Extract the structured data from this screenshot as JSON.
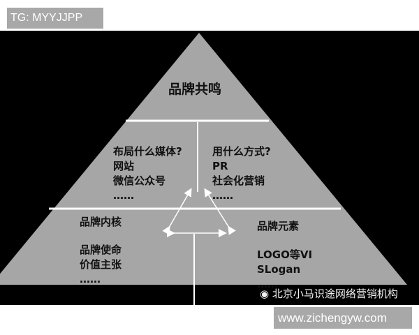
{
  "header_tag": "TG: MYYJJPP",
  "pyramid": {
    "top": {
      "title": "品牌共鸣"
    },
    "middle_left": {
      "lines": [
        "布局什么媒体?",
        "网站",
        "微信公众号",
        "……"
      ]
    },
    "middle_right": {
      "lines": [
        "用什么方式?",
        "PR",
        "社会化营销",
        "……"
      ]
    },
    "bottom_left": {
      "title": "品牌内核",
      "lines": [
        "品牌使命",
        "价值主张",
        "……"
      ]
    },
    "bottom_right": {
      "title": "品牌元素",
      "lines": [
        "LOGO等VI",
        "SLogan",
        "……"
      ]
    }
  },
  "watermark": "北京小马识途网络营销机构",
  "footer_url": "www.zichengyw.com",
  "colors": {
    "background": "#000000",
    "pyramid": "#a6a6a6",
    "lines": "#ffffff"
  }
}
